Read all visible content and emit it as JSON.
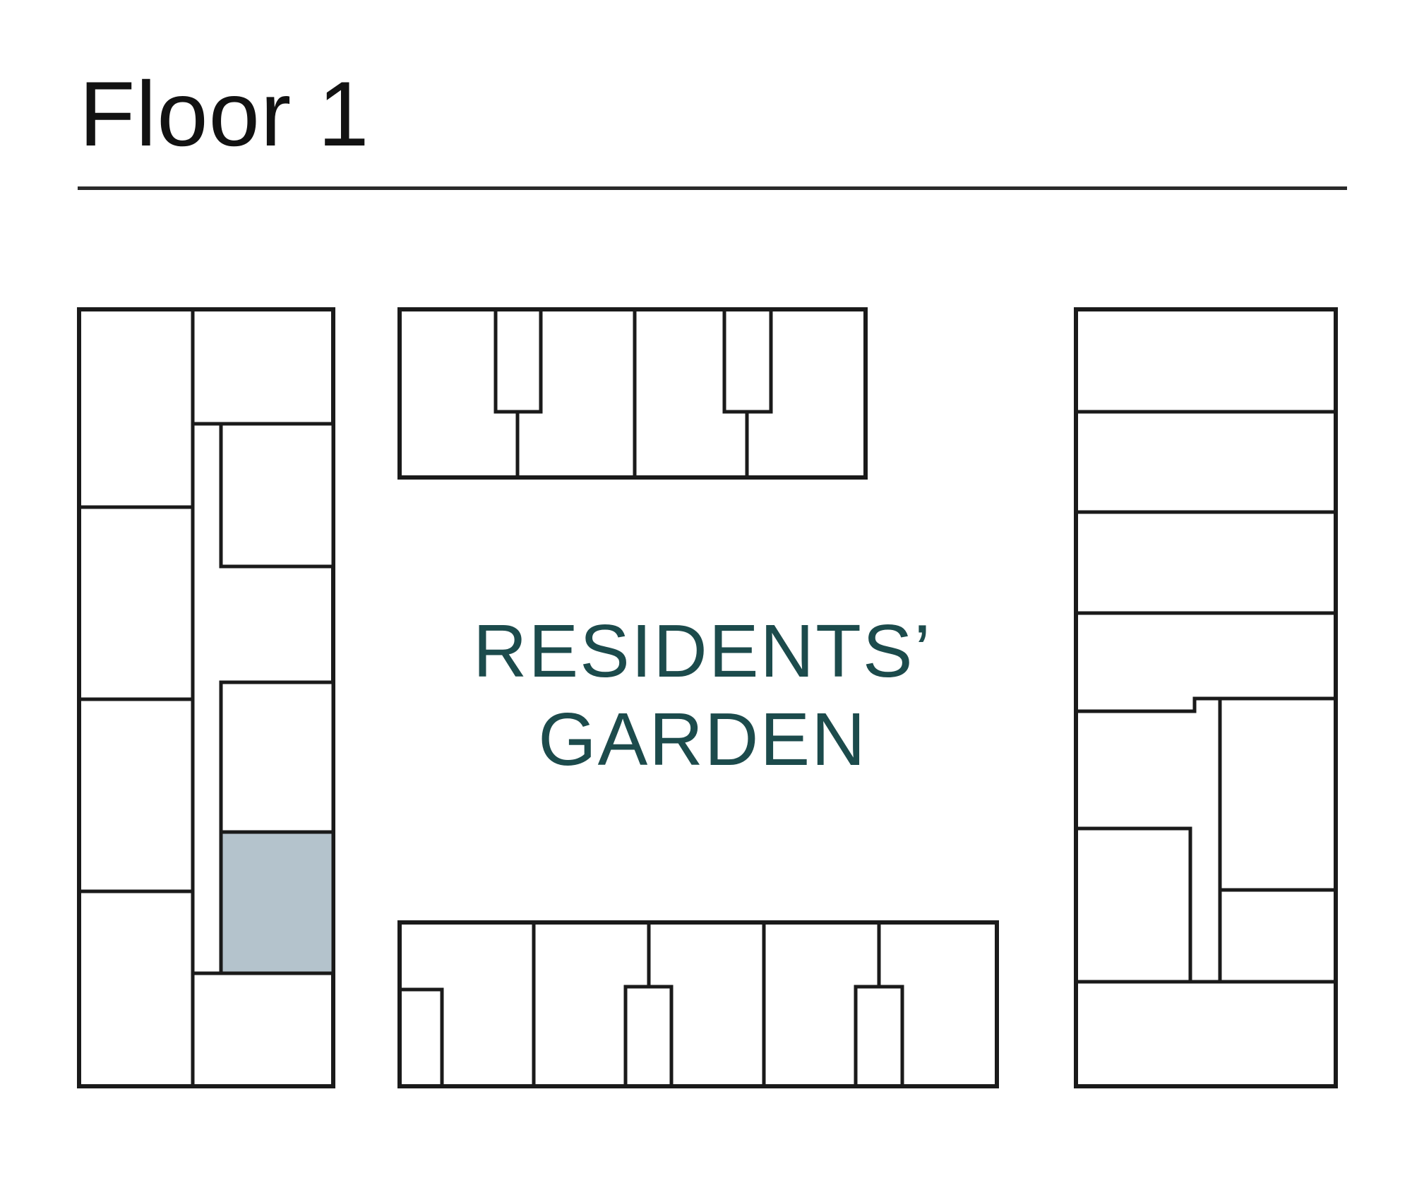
{
  "floor_title": "Floor 1",
  "garden_label_line1": "RESIDENTS’",
  "garden_label_line2": "GARDEN",
  "colors": {
    "wall": "#1a1a1a",
    "highlight_unit": "#b4c3cc",
    "garden_label": "#1c4b4c",
    "background": "#ffffff"
  }
}
